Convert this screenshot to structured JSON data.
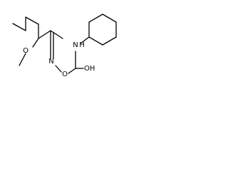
{
  "atoms": {
    "methoxy_O": {
      "symbol": "O",
      "color": "#000000"
    },
    "oxime_N": {
      "symbol": "N",
      "color": "#000000"
    },
    "oxime_O": {
      "symbol": "O",
      "color": "#000000"
    },
    "amide_N": {
      "symbol": "N",
      "color": "#000000"
    },
    "amide_H": {
      "symbol": "H",
      "color": "#000000"
    },
    "hydroxyl": {
      "symbol": "OH",
      "color": "#000000"
    }
  },
  "colors": {
    "bond": "#000000",
    "background": "#ffffff"
  }
}
